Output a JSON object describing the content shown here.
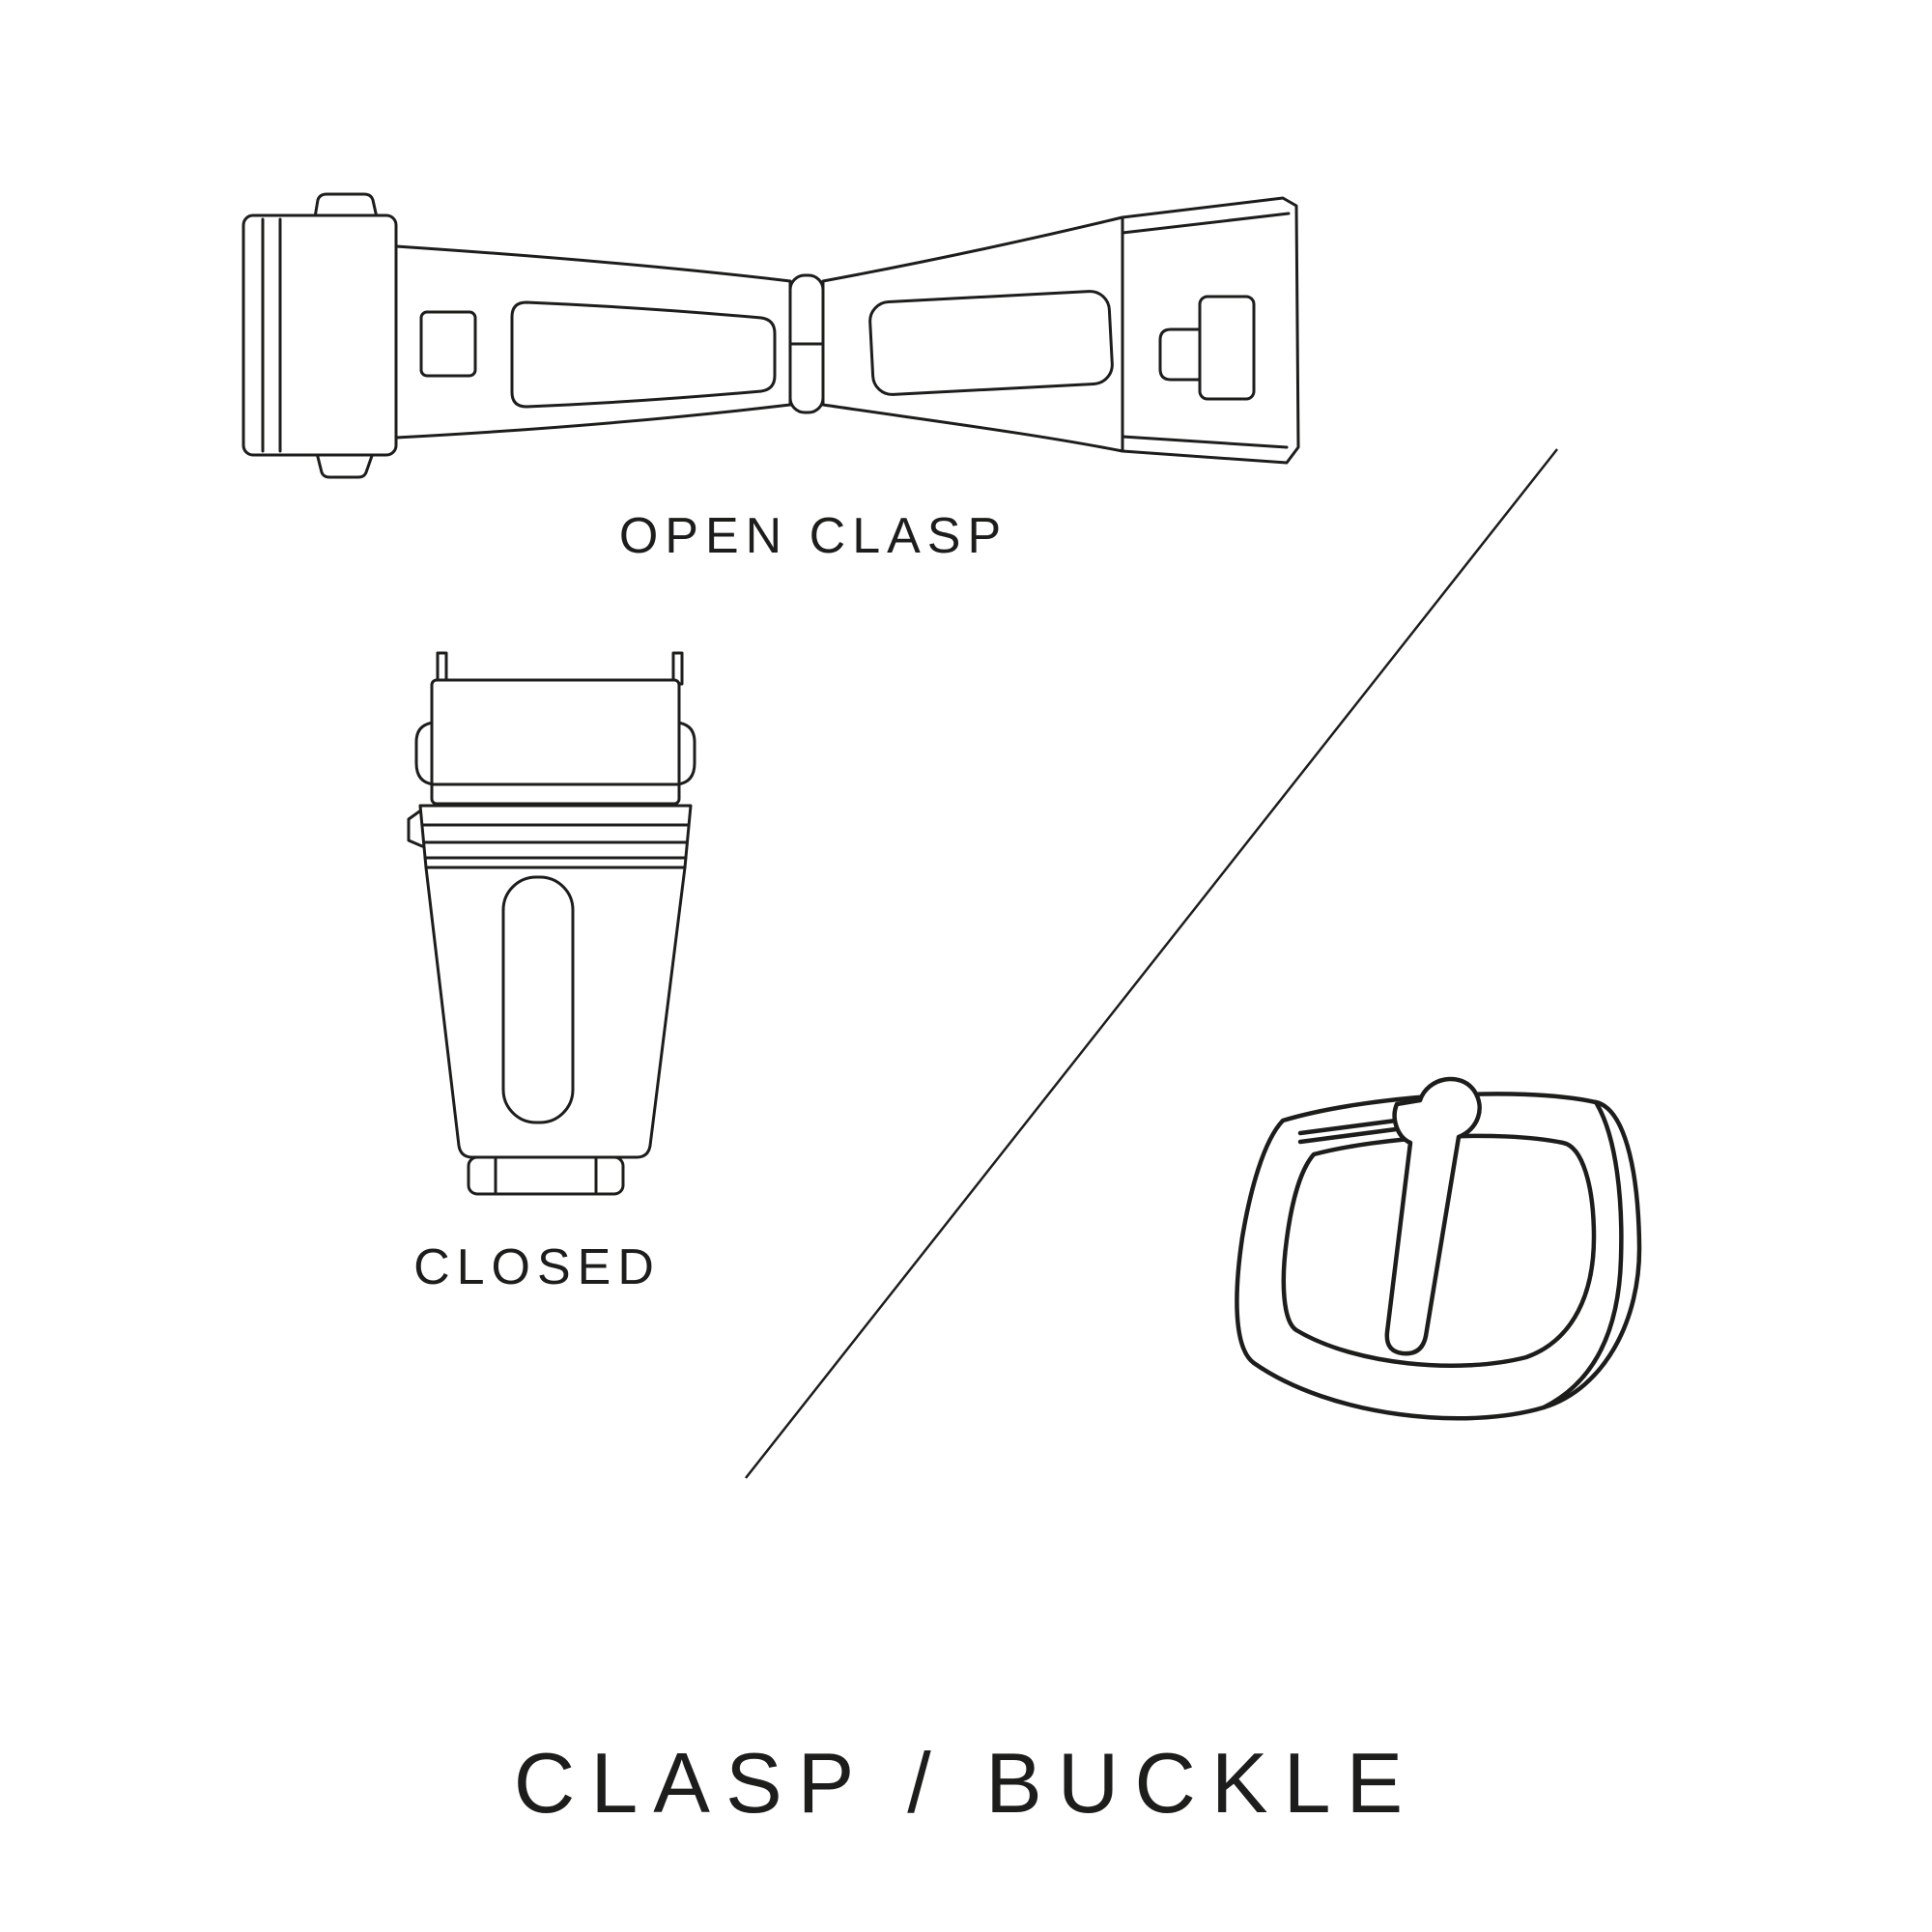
{
  "page": {
    "title": "CLASP / BUCKLE",
    "background_color": "#ffffff",
    "line_color": "#1d1d1b"
  },
  "labels": {
    "open_clasp": "OPEN CLASP",
    "closed": "CLOSED"
  },
  "illustrations": {
    "open_clasp": "open-clasp-top-view-line-drawing",
    "closed_clasp": "closed-clasp-front-view-line-drawing",
    "buckle": "tang-buckle-perspective-line-drawing",
    "divider": "diagonal-divider-line"
  }
}
